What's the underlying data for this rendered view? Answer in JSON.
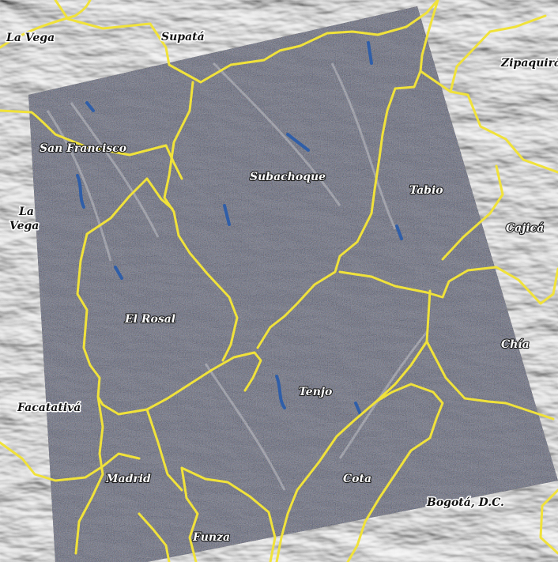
{
  "colors": {
    "background_relief": "#d7d7d7",
    "relief_shadow": "#a9a9a9",
    "relief_highlight": "#f2f2f2",
    "satellite_base": "#3a3538",
    "boundary": "#f0e23a",
    "water": "#2f5ea8"
  },
  "map": {
    "labels": {
      "la_vega_top": "La Vega",
      "supata": "Supatá",
      "zipaquira": "Zipaquirá",
      "san_francisco": "San Francisco",
      "subachoque": "Subachoque",
      "tabio": "Tabio",
      "la_vega_left_1": "La",
      "la_vega_left_2": "Vega",
      "cajica": "Cajicá",
      "el_rosal": "El Rosal",
      "chia": "Chía",
      "facatativa": "Facatativá",
      "tenjo": "Tenjo",
      "madrid": "Madrid",
      "cota": "Cota",
      "bogota": "Bogotá, D.C.",
      "funza": "Funza"
    }
  }
}
